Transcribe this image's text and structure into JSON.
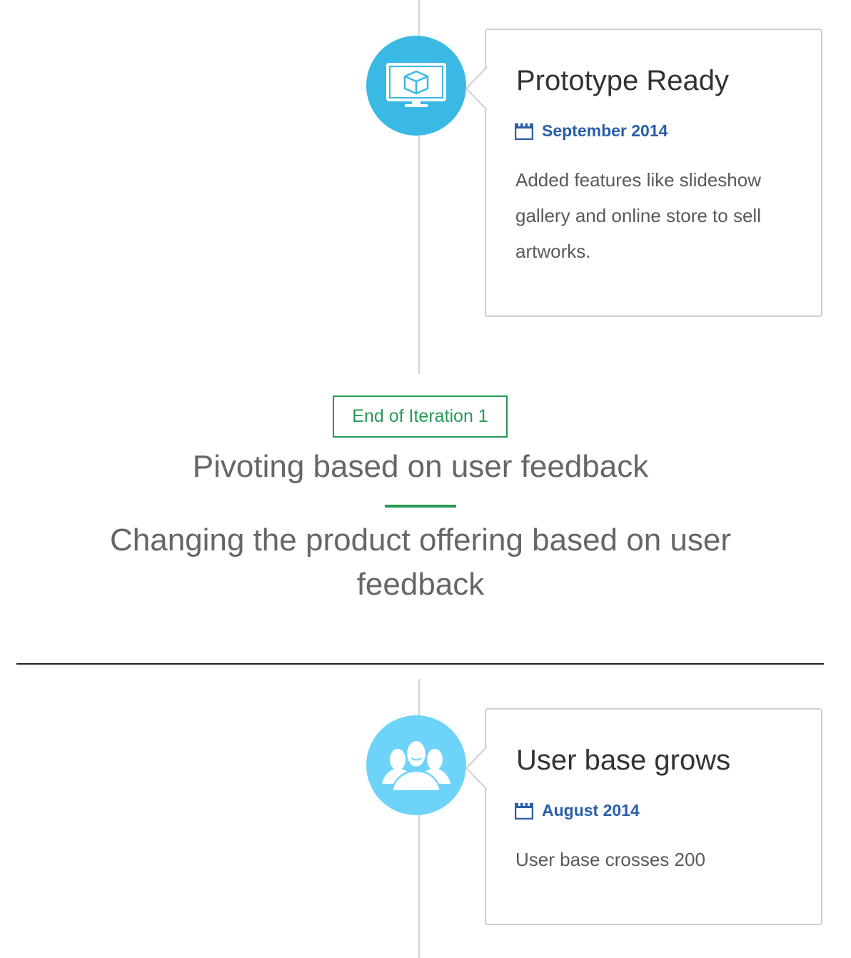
{
  "milestone1": {
    "title": "Prototype Ready",
    "date": "September 2014",
    "description": "Added features like slideshow gallery and online store to sell artworks.",
    "icon": "monitor-cube-icon",
    "icon_color": "#3bb9e5"
  },
  "iteration": {
    "badge": "End of Iteration 1",
    "title": "Pivoting based on user feedback",
    "subtitle": "Changing the product offering based on user feedback",
    "accent_color": "#259a55"
  },
  "milestone2": {
    "title": "User base grows",
    "date": "August 2014",
    "description": "User base crosses 200",
    "icon": "users-group-icon",
    "icon_color": "#6dd3f9"
  },
  "colors": {
    "date_text": "#2a5ea8",
    "timeline_line": "#d3d3d3"
  }
}
